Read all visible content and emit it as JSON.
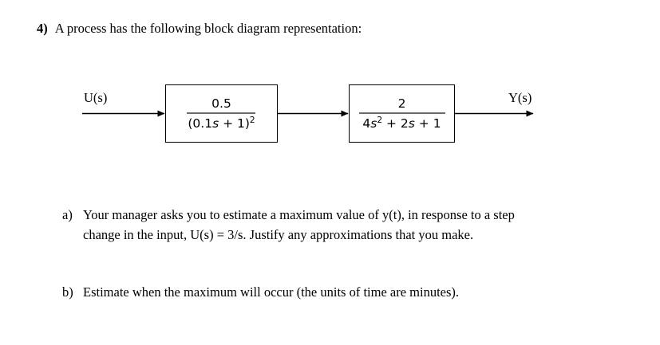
{
  "question": {
    "number": "4)",
    "prompt": "A process has the following block diagram representation:"
  },
  "diagram": {
    "input_label": "U(s)",
    "output_label": "Y(s)",
    "blocks": [
      {
        "name": "first-order-squared",
        "numerator": "0.5",
        "denominator_parts": {
          "open": "(0.1",
          "var": "s",
          "mid": " + 1)",
          "exponent": "2"
        }
      },
      {
        "name": "second-order",
        "numerator": "2",
        "denominator_parts": {
          "coef1": "4",
          "var1": "s",
          "exp1": "2",
          "mid1": " + 2",
          "var2": "s",
          "mid2": " + 1"
        }
      }
    ]
  },
  "parts": [
    {
      "marker": "a)",
      "lines": [
        "Your manager asks you to estimate a maximum value of y(t), in response to a step",
        "change in the input, U(s) = 3/s.  Justify any approximations that you make."
      ]
    },
    {
      "marker": "b)",
      "lines": [
        "Estimate when the maximum will occur (the units of time are minutes)."
      ]
    }
  ]
}
